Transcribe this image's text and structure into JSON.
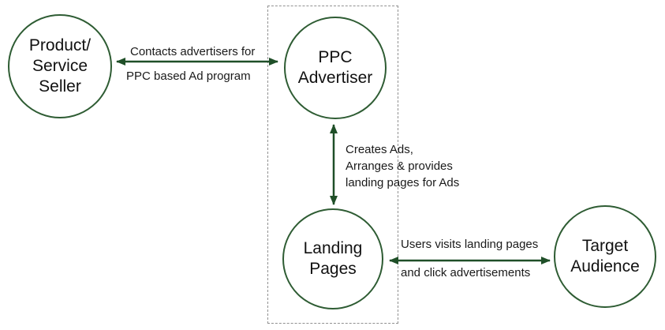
{
  "diagram_title": "PPC advertising flow diagram",
  "colors": {
    "node_border": "#2e5c33",
    "arrow": "#1f4f28",
    "boundary_dash": "#919191",
    "text": "#1a1a1a",
    "background": "#ffffff"
  },
  "nodes": {
    "seller": {
      "lines": [
        "Product/",
        "Service",
        "Seller"
      ]
    },
    "advertiser": {
      "lines": [
        "PPC",
        "Advertiser"
      ]
    },
    "landing": {
      "lines": [
        "Landing",
        "Pages"
      ]
    },
    "audience": {
      "lines": [
        "Target",
        "Audience"
      ]
    }
  },
  "edges": {
    "seller_advertiser": {
      "line1": "Contacts advertisers for",
      "line2": "PPC based Ad program"
    },
    "advertiser_landing": {
      "line1": "Creates Ads,",
      "line2": "Arranges & provides",
      "line3": "landing pages for Ads"
    },
    "landing_audience": {
      "line1": "Users visits landing pages",
      "line2": "and click advertisements"
    }
  }
}
